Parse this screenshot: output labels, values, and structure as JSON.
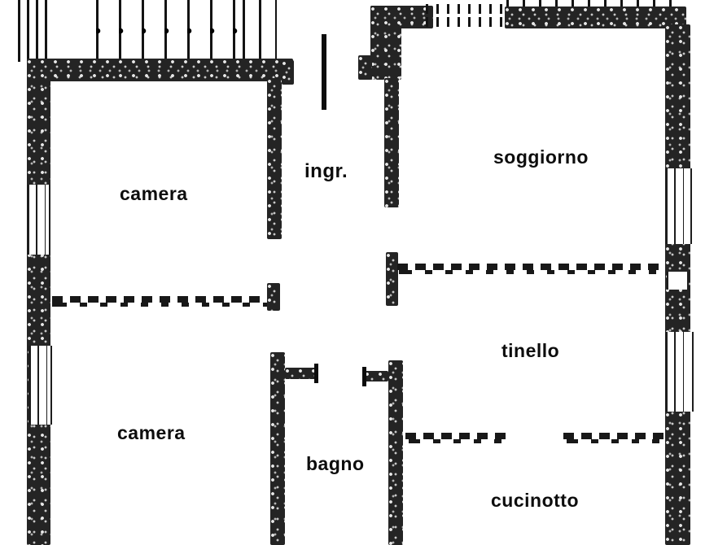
{
  "plan": {
    "type": "apartment-floor-plan",
    "colors": {
      "ink": "#1d1d1d",
      "wall_fill": "#242424",
      "paper": "#ffffff"
    },
    "labels": {
      "camera_top": "camera",
      "ingresso": "ingr.",
      "soggiorno": "soggiorno",
      "tinello": "tinello",
      "camera_bottom": "camera",
      "bagno": "bagno",
      "cucinotto": "cucinotto"
    }
  }
}
